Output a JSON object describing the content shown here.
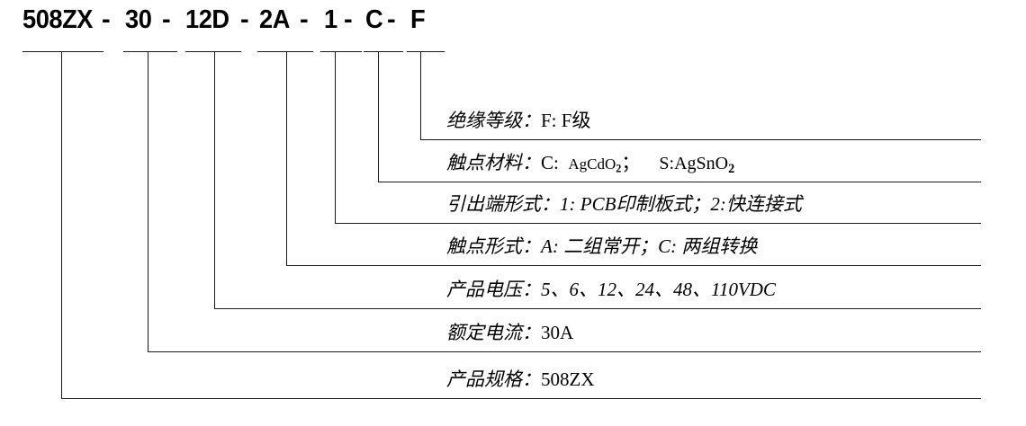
{
  "diagram": {
    "title_code": "508ZX- 30- 12D- 2A- 1- C- F",
    "separator": "-",
    "code_segments": [
      {
        "id": "spec",
        "text": "508ZX"
      },
      {
        "id": "current",
        "text": "30"
      },
      {
        "id": "voltage",
        "text": "12D"
      },
      {
        "id": "contact_form",
        "text": "2A"
      },
      {
        "id": "terminal",
        "text": "1"
      },
      {
        "id": "material",
        "text": "C"
      },
      {
        "id": "insulation",
        "text": "F"
      }
    ],
    "rows": [
      {
        "id": "insulation",
        "key": "绝缘等级",
        "colon": "：",
        "value": "F: F级",
        "plain": "绝缘等级：F: F级"
      },
      {
        "id": "material",
        "key": "触点材料",
        "colon": "：",
        "value_a_label": "C:",
        "value_a_formula": "AgCdO",
        "value_a_sub": "2",
        "value_a_end": "；",
        "value_b_label": "S:",
        "value_b_formula": "AgSnO",
        "value_b_sub": "2",
        "plain": "触点材料：C: AgCdO2； S:AgSnO2"
      },
      {
        "id": "terminal",
        "key": "引出端形式",
        "colon": "：",
        "value": "1: PCB印制板式；2:快连接式",
        "plain": "引出端形式：1: PCB印制板式；2:快连接式"
      },
      {
        "id": "contact_form",
        "key": "触点形式",
        "colon": "：",
        "value": "A: 二组常开；C: 两组转换",
        "plain": "触点形式：A: 二组常开；C: 两组转换"
      },
      {
        "id": "voltage",
        "key": "产品电压",
        "colon": "：",
        "value": "5、6、12、24、48、110VDC",
        "plain": "产品电压：5、6、12、24、48、110VDC"
      },
      {
        "id": "current",
        "key": "额定电流",
        "colon": "：",
        "value": "30A",
        "plain": "额定电流：30A"
      },
      {
        "id": "spec",
        "key": "产品规格",
        "colon": "：",
        "value": "508ZX",
        "plain": "产品规格：508ZX"
      }
    ],
    "colors": {
      "line": "#1a1a1a",
      "text": "#000000",
      "background": "#ffffff"
    }
  }
}
